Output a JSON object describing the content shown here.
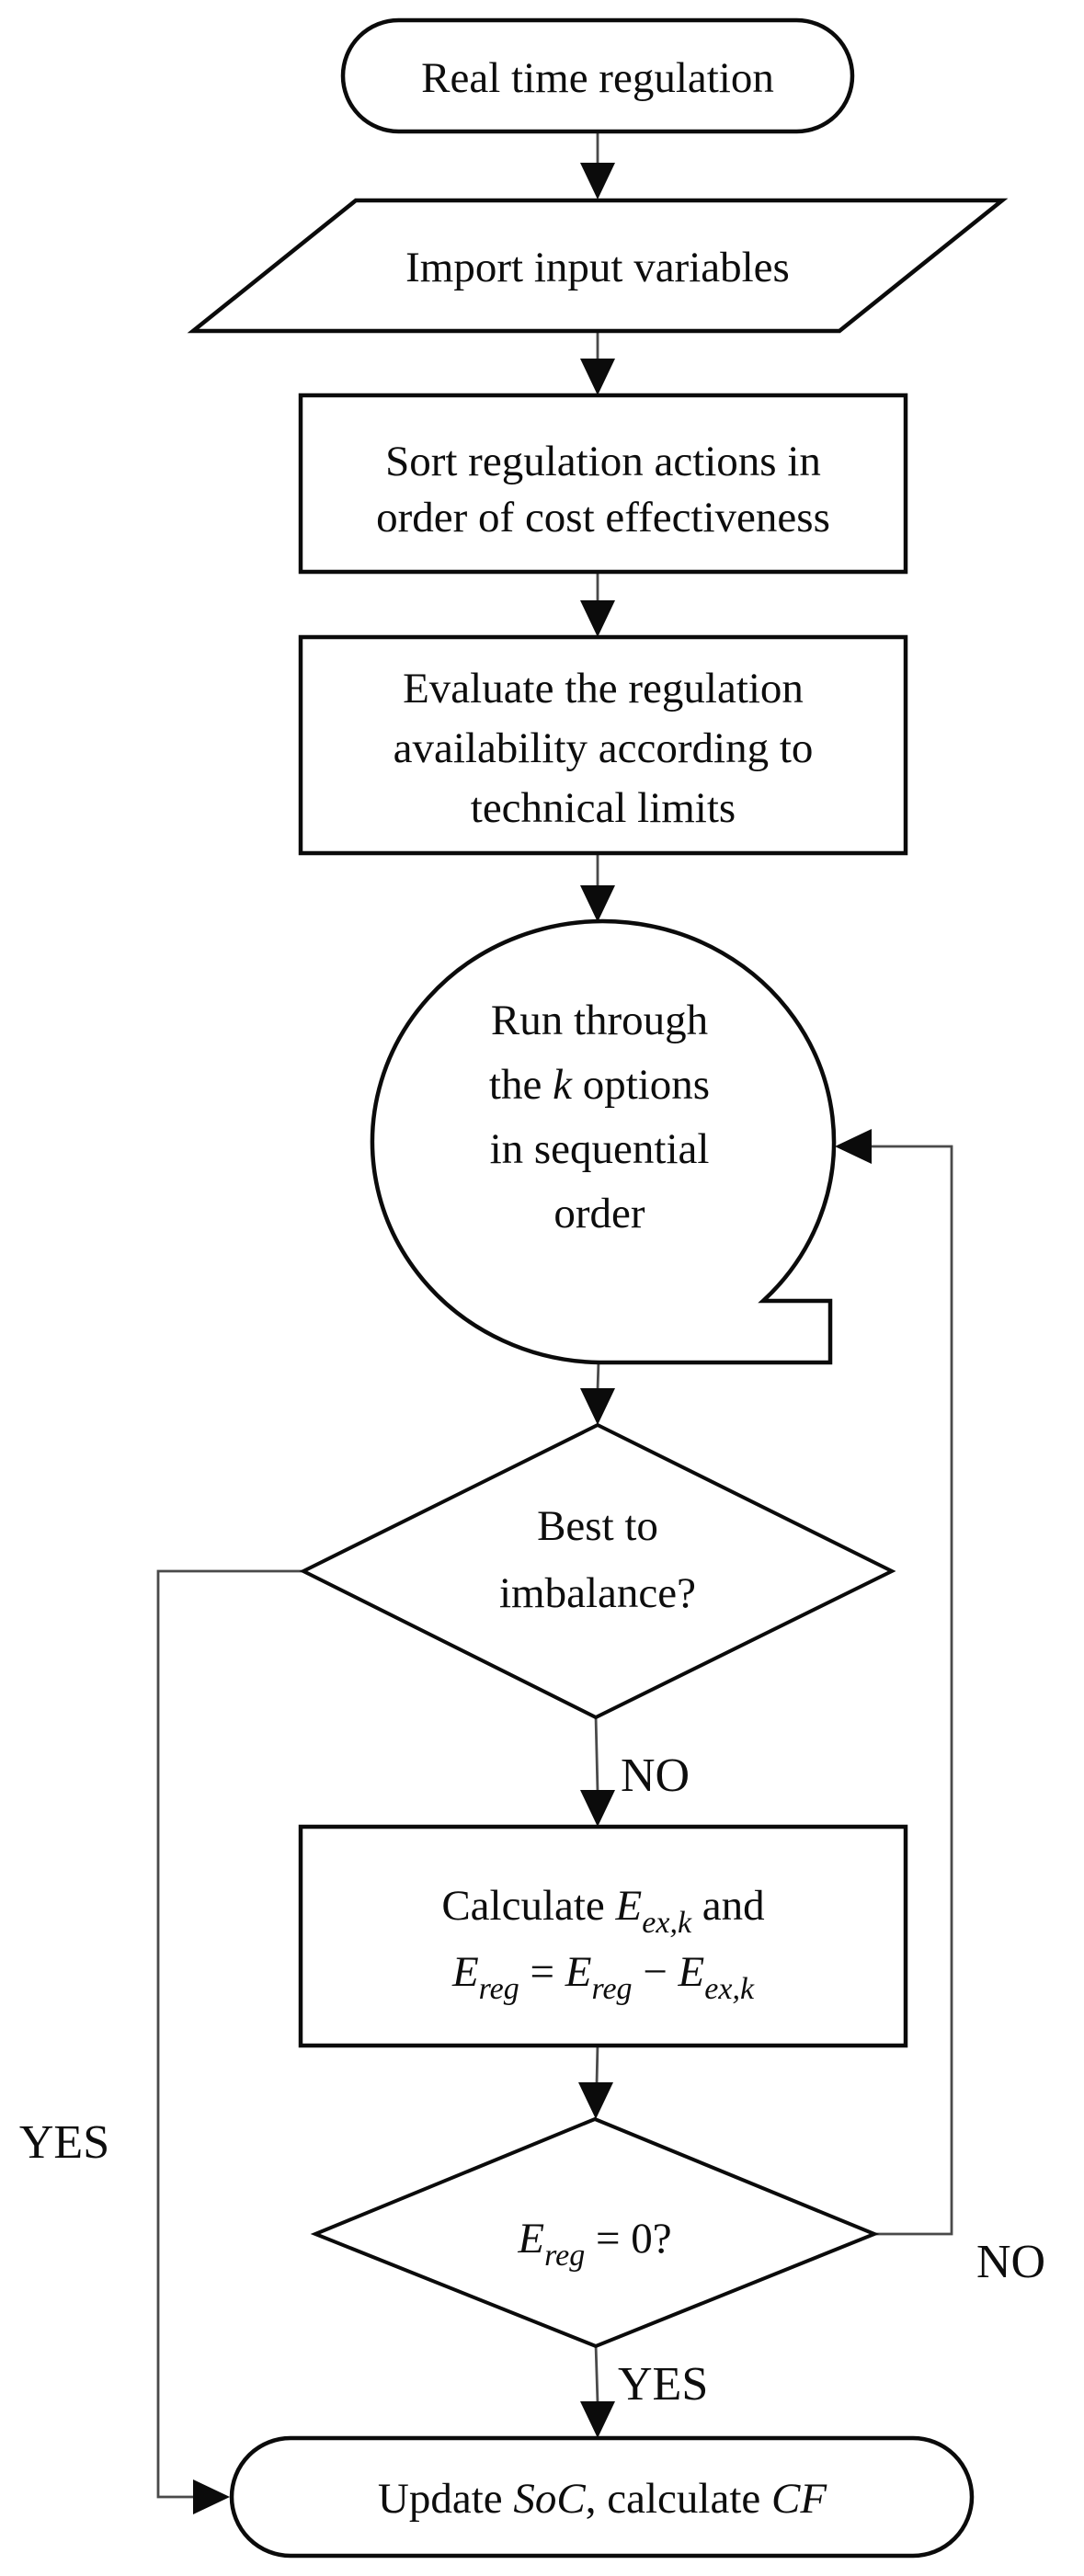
{
  "colors": {
    "stroke": "#0b0b0b",
    "connector": "#4a4a4a",
    "background": "#ffffff"
  },
  "nodes": {
    "start": {
      "label": "Real time regulation"
    },
    "import_node": {
      "label": "Import input variables"
    },
    "sort": {
      "line1": "Sort regulation actions in",
      "line2": "order of cost effectiveness"
    },
    "evaluate": {
      "line1": "Evaluate the regulation",
      "line2": "availability according to",
      "line3": "technical limits"
    },
    "loop": {
      "line1": "Run through",
      "line2_pre": "the ",
      "line2_var": "k",
      "line2_post": " options",
      "line3": "in sequential",
      "line4": "order"
    },
    "decision1": {
      "line1": "Best to",
      "line2": "imbalance?"
    },
    "calc": {
      "prefix": "Calculate  ",
      "var_e1": "E",
      "sub1": "ex,k",
      "suffix": " and",
      "var_e2": "E",
      "sub2": "reg",
      "eq": " = ",
      "var_e3": "E",
      "sub3": "reg",
      "minus": " − ",
      "var_e4": "E",
      "sub4": "ex,k"
    },
    "decision2": {
      "var_e": "E",
      "sub": "reg",
      "rest": " = 0?"
    },
    "end": {
      "prefix": "Update ",
      "var_soc": "SoC",
      "middle": ", calculate  ",
      "var_cf": "CF"
    }
  },
  "labels": {
    "yes_left": "YES",
    "no_down": "NO",
    "yes_down": "YES",
    "no_right": "NO"
  }
}
